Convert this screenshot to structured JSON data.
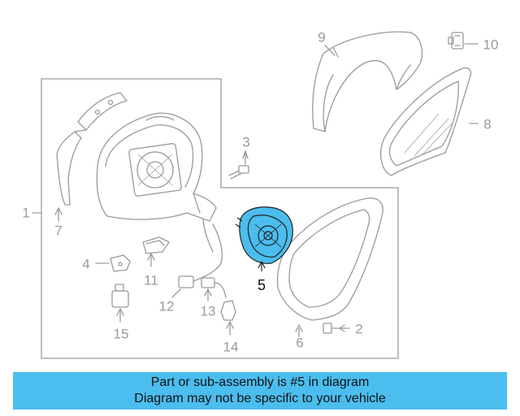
{
  "callouts": {
    "c1": "1",
    "c2": "2",
    "c3": "3",
    "c4": "4",
    "c5": "5",
    "c6": "6",
    "c7": "7",
    "c8": "8",
    "c9": "9",
    "c10": "10",
    "c11": "11",
    "c12": "12",
    "c13": "13",
    "c14": "14",
    "c15": "15"
  },
  "highlighted_part": "5",
  "banner": {
    "line1": "Part or sub-assembly is #5 in diagram",
    "line2": "Diagram may not be specific to your vehicle"
  },
  "colors": {
    "highlight_fill": "#4bbdee",
    "banner_bg": "#4bbdee",
    "line_art": "#9a9a9a",
    "highlight_text": "#111111"
  }
}
